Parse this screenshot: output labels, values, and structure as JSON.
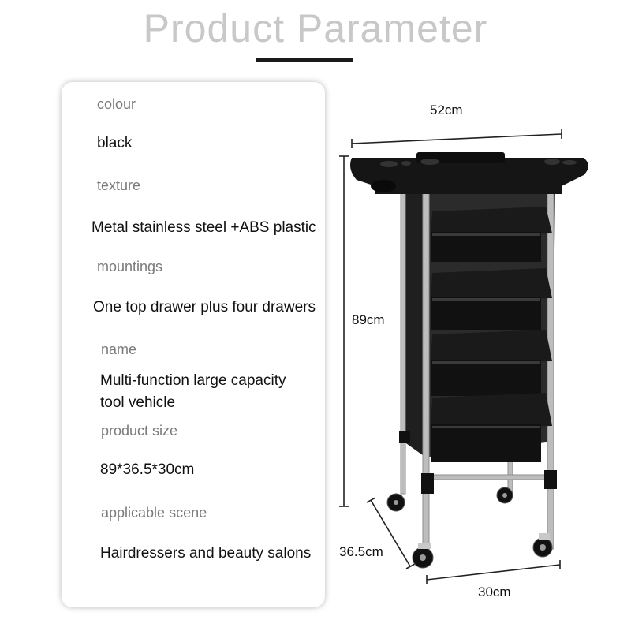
{
  "header": {
    "title": "Product Parameter"
  },
  "params": [
    {
      "label": "colour",
      "value": "black"
    },
    {
      "label": "texture",
      "value": "Metal stainless steel +ABS plastic"
    },
    {
      "label": "mountings",
      "value": "One top drawer plus four drawers"
    },
    {
      "label": "name",
      "value": "Multi-function large capacity tool vehicle"
    },
    {
      "label": "product size",
      "value": "89*36.5*30cm"
    },
    {
      "label": "applicable scene",
      "value": "Hairdressers and beauty salons"
    }
  ],
  "dimensions": {
    "width": "52cm",
    "height": "89cm",
    "depth": "36.5cm",
    "base": "30cm"
  },
  "colors": {
    "title": "#c8c8c8",
    "label": "#7a7a7a",
    "value": "#111111",
    "cart": "#111111",
    "steel": "#b9b9b9"
  }
}
